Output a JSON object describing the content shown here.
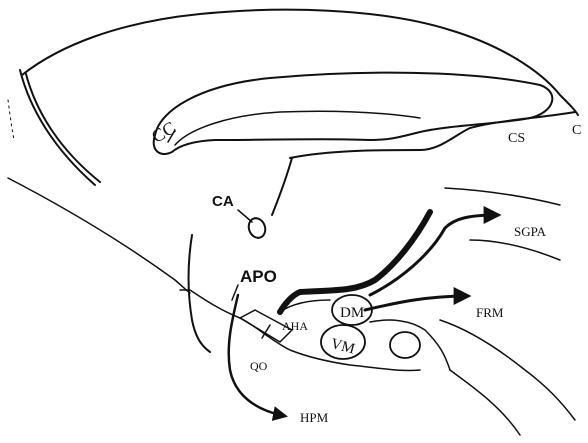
{
  "diagram": {
    "labels": {
      "cc": "CC",
      "cs": "CS",
      "c_right": "C",
      "ca": "CA",
      "apo": "APO",
      "aha": "AHA",
      "dm": "DM",
      "vm": "VM",
      "qo": "QO",
      "sgpa": "SGPA",
      "frm": "FRM",
      "hpm": "HPM"
    },
    "colors": {
      "ink": "#111111",
      "background": "#ffffff"
    }
  }
}
